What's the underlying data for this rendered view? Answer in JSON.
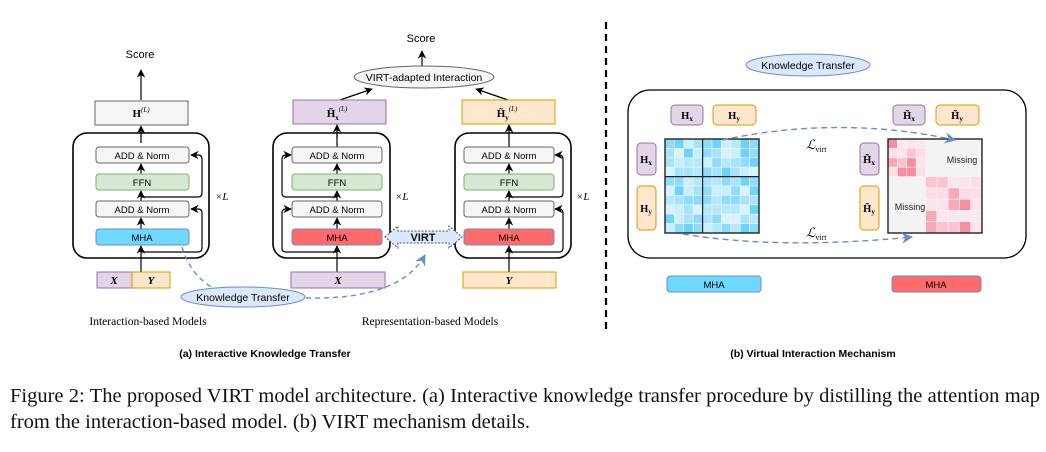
{
  "panel_a": {
    "interaction_model": {
      "output_label": "Score",
      "hidden_label": "H",
      "hidden_sup": "(L)",
      "layers": [
        "ADD & Norm",
        "FFN",
        "ADD & Norm",
        "MHA"
      ],
      "repeat_label": "×L",
      "inputs": [
        "X",
        "Y"
      ],
      "model_caption": "Interaction-based Models"
    },
    "representation_model": {
      "output_label": "Score",
      "interaction_node": "VIRT-adapted Interaction",
      "left_tower": {
        "hidden_label": "H̃",
        "hidden_sub": "x",
        "hidden_sup": "(L)",
        "layers": [
          "ADD & Norm",
          "FFN",
          "ADD & Norm",
          "MHA"
        ],
        "repeat_label": "×L",
        "input": "X"
      },
      "right_tower": {
        "hidden_label": "H̃",
        "hidden_sub": "y",
        "hidden_sup": "(L)",
        "layers": [
          "ADD & Norm",
          "FFN",
          "ADD & Norm",
          "MHA"
        ],
        "repeat_label": "×L",
        "input": "Y"
      },
      "virt_label": "VIRT",
      "model_caption": "Representation-based Models"
    },
    "knowledge_transfer_label": "Knowledge Transfer",
    "subcaption": "(a) Interactive Knowledge Transfer"
  },
  "panel_b": {
    "knowledge_transfer_label": "Knowledge Transfer",
    "left_matrix": {
      "col_labels": [
        {
          "main": "H",
          "sub": "x"
        },
        {
          "main": "H",
          "sub": "y"
        }
      ],
      "row_labels": [
        {
          "main": "H",
          "sub": "x"
        },
        {
          "main": "H",
          "sub": "y"
        }
      ],
      "module": "MHA"
    },
    "right_matrix": {
      "col_labels": [
        {
          "main": "H̃",
          "sub": "x"
        },
        {
          "main": "H̃",
          "sub": "y"
        }
      ],
      "row_labels": [
        {
          "main": "H̃",
          "sub": "x"
        },
        {
          "main": "H̃",
          "sub": "y"
        }
      ],
      "missing_label": "Missing",
      "module": "MHA"
    },
    "loss_label": "ℒ",
    "loss_sub": "virt",
    "subcaption": "(b) Virtual Interaction Mechanism"
  },
  "colors": {
    "purple_fill": "#e1d5e7",
    "purple_stroke": "#9673a6",
    "orange_fill": "#ffe6cc",
    "orange_stroke": "#d79b00",
    "green_fill": "#d5e8d4",
    "green_stroke": "#82b366",
    "gray_fill": "#f5f5f5",
    "gray_stroke": "#666666",
    "blue_mha": "#6fd8ff",
    "red_mha": "#ff6b6b",
    "ellipse_blue": "#dae8fc",
    "ellipse_stroke": "#6c8ebf",
    "dash_blue": "#6c8ebf"
  },
  "caption": "Figure 2: The proposed VIRT model architecture. (a) Interactive knowledge transfer procedure by distilling the attention map from the interaction-based model. (b) VIRT mechanism details."
}
